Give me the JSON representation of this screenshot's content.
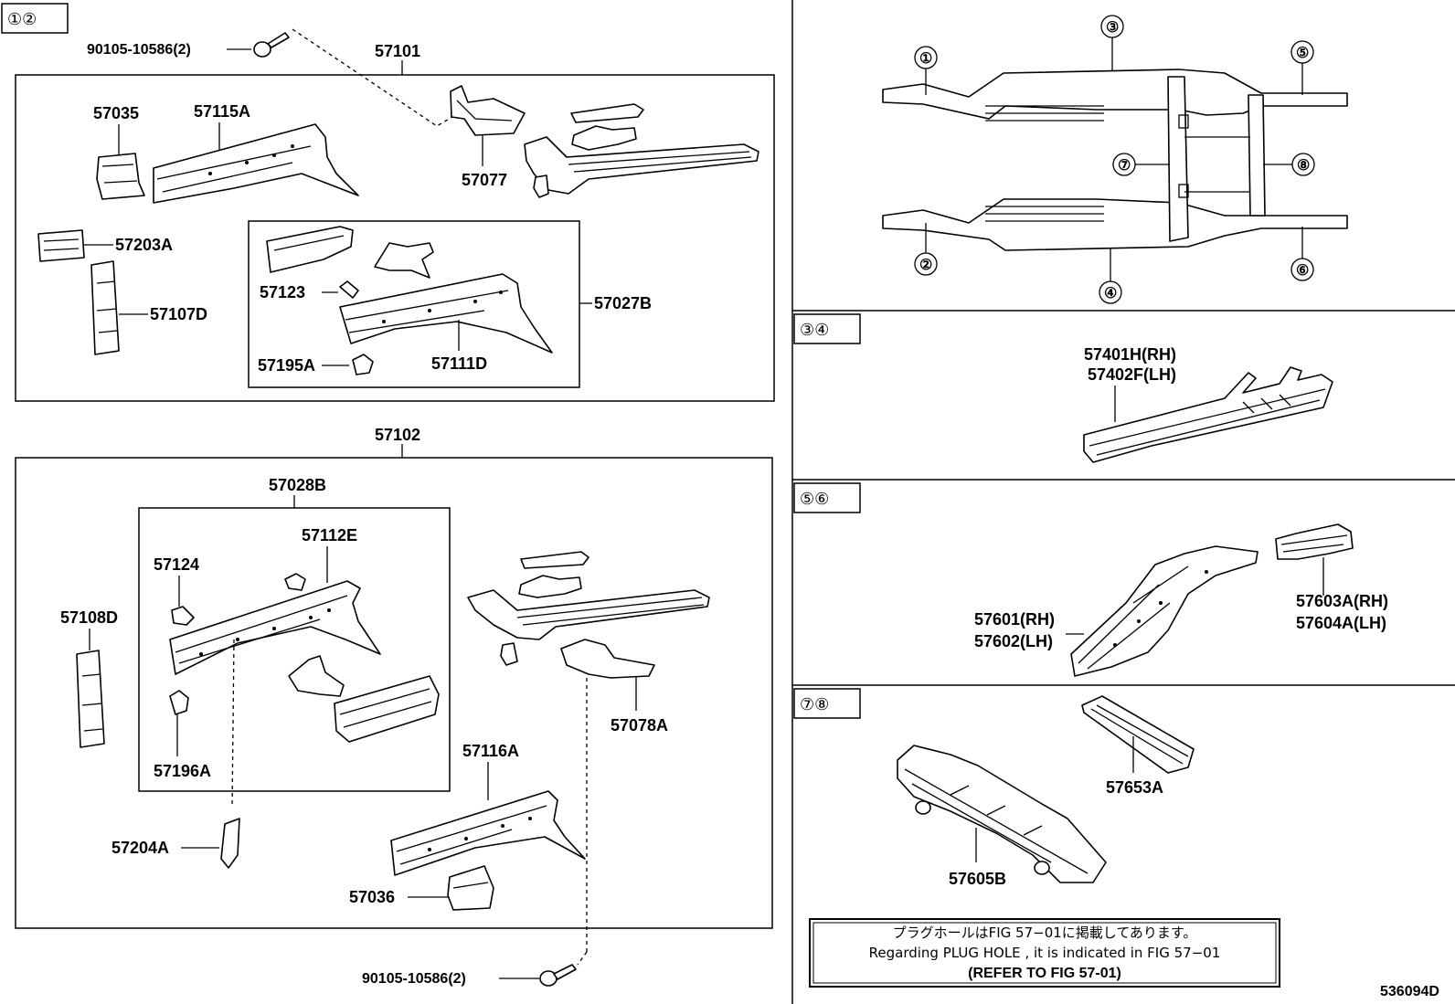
{
  "sections": {
    "s12": {
      "tag": "①②"
    },
    "s34": {
      "tag": "③④"
    },
    "s56": {
      "tag": "⑤⑥"
    },
    "s78": {
      "tag": "⑦⑧"
    }
  },
  "parts": {
    "bolt_top": "90105-10586(2)",
    "assy_57101": "57101",
    "p57035": "57035",
    "p57115A": "57115A",
    "p57077": "57077",
    "p57203A": "57203A",
    "p57107D": "57107D",
    "p57123": "57123",
    "p57027B": "57027B",
    "p57195A": "57195A",
    "p57111D": "57111D",
    "assy_57102": "57102",
    "p57028B": "57028B",
    "p57112E": "57112E",
    "p57124": "57124",
    "p57108D": "57108D",
    "p57196A": "57196A",
    "p57078A": "57078A",
    "p57116A": "57116A",
    "p57204A": "57204A",
    "p57036": "57036",
    "bolt_bottom": "90105-10586(2)",
    "p57401H": "57401H(RH)",
    "p57402F": "57402F(LH)",
    "p57601": "57601(RH)",
    "p57602": "57602(LH)",
    "p57603A": "57603A(RH)",
    "p57604A": "57604A(LH)",
    "p57653A": "57653A",
    "p57605B": "57605B"
  },
  "frame_callouts": {
    "c1": "①",
    "c2": "②",
    "c3": "③",
    "c4": "④",
    "c5": "⑤",
    "c6": "⑥",
    "c7": "⑦",
    "c8": "⑧"
  },
  "note": {
    "line1": "プラグホールはFIG 57−01に掲載してあります。",
    "line2": "Regarding PLUG HOLE , it is indicated in FIG 57−01",
    "line3": "(REFER TO FIG 57-01)"
  },
  "figure_id": "536094D"
}
